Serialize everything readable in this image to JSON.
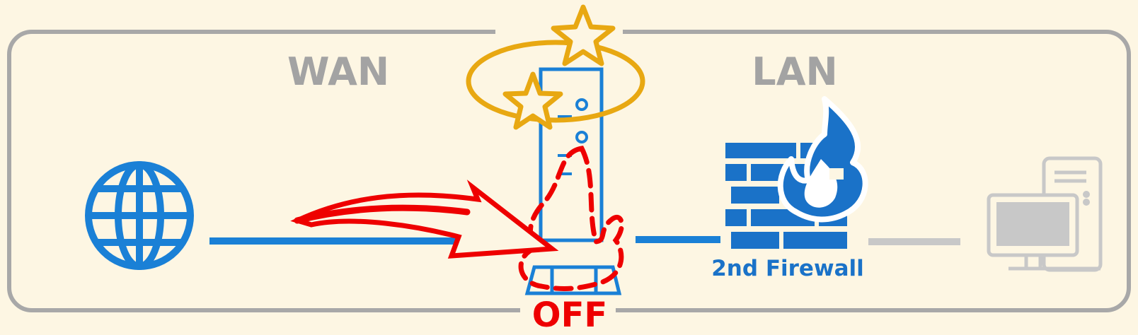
{
  "labels": {
    "wan": "WAN",
    "lan": "LAN",
    "firewall": "2nd Firewall",
    "status": "OFF"
  },
  "colors": {
    "background": "#fdf6e3",
    "frame": "#a8a8a8",
    "network_blue": "#1a80d6",
    "firewall_blue": "#1a72c8",
    "alert_red": "#ee0000",
    "star_gold": "#e8a812",
    "inactive_gray": "#c8c8c8"
  },
  "icons": {
    "internet": "globe-icon",
    "router": "router-icon",
    "firewall": "firewall-icon",
    "client": "desktop-computer-icon",
    "attack": "lightning-bolt-icon",
    "burned": "smoke-icon",
    "stunned": "dizzy-stars-icon"
  }
}
